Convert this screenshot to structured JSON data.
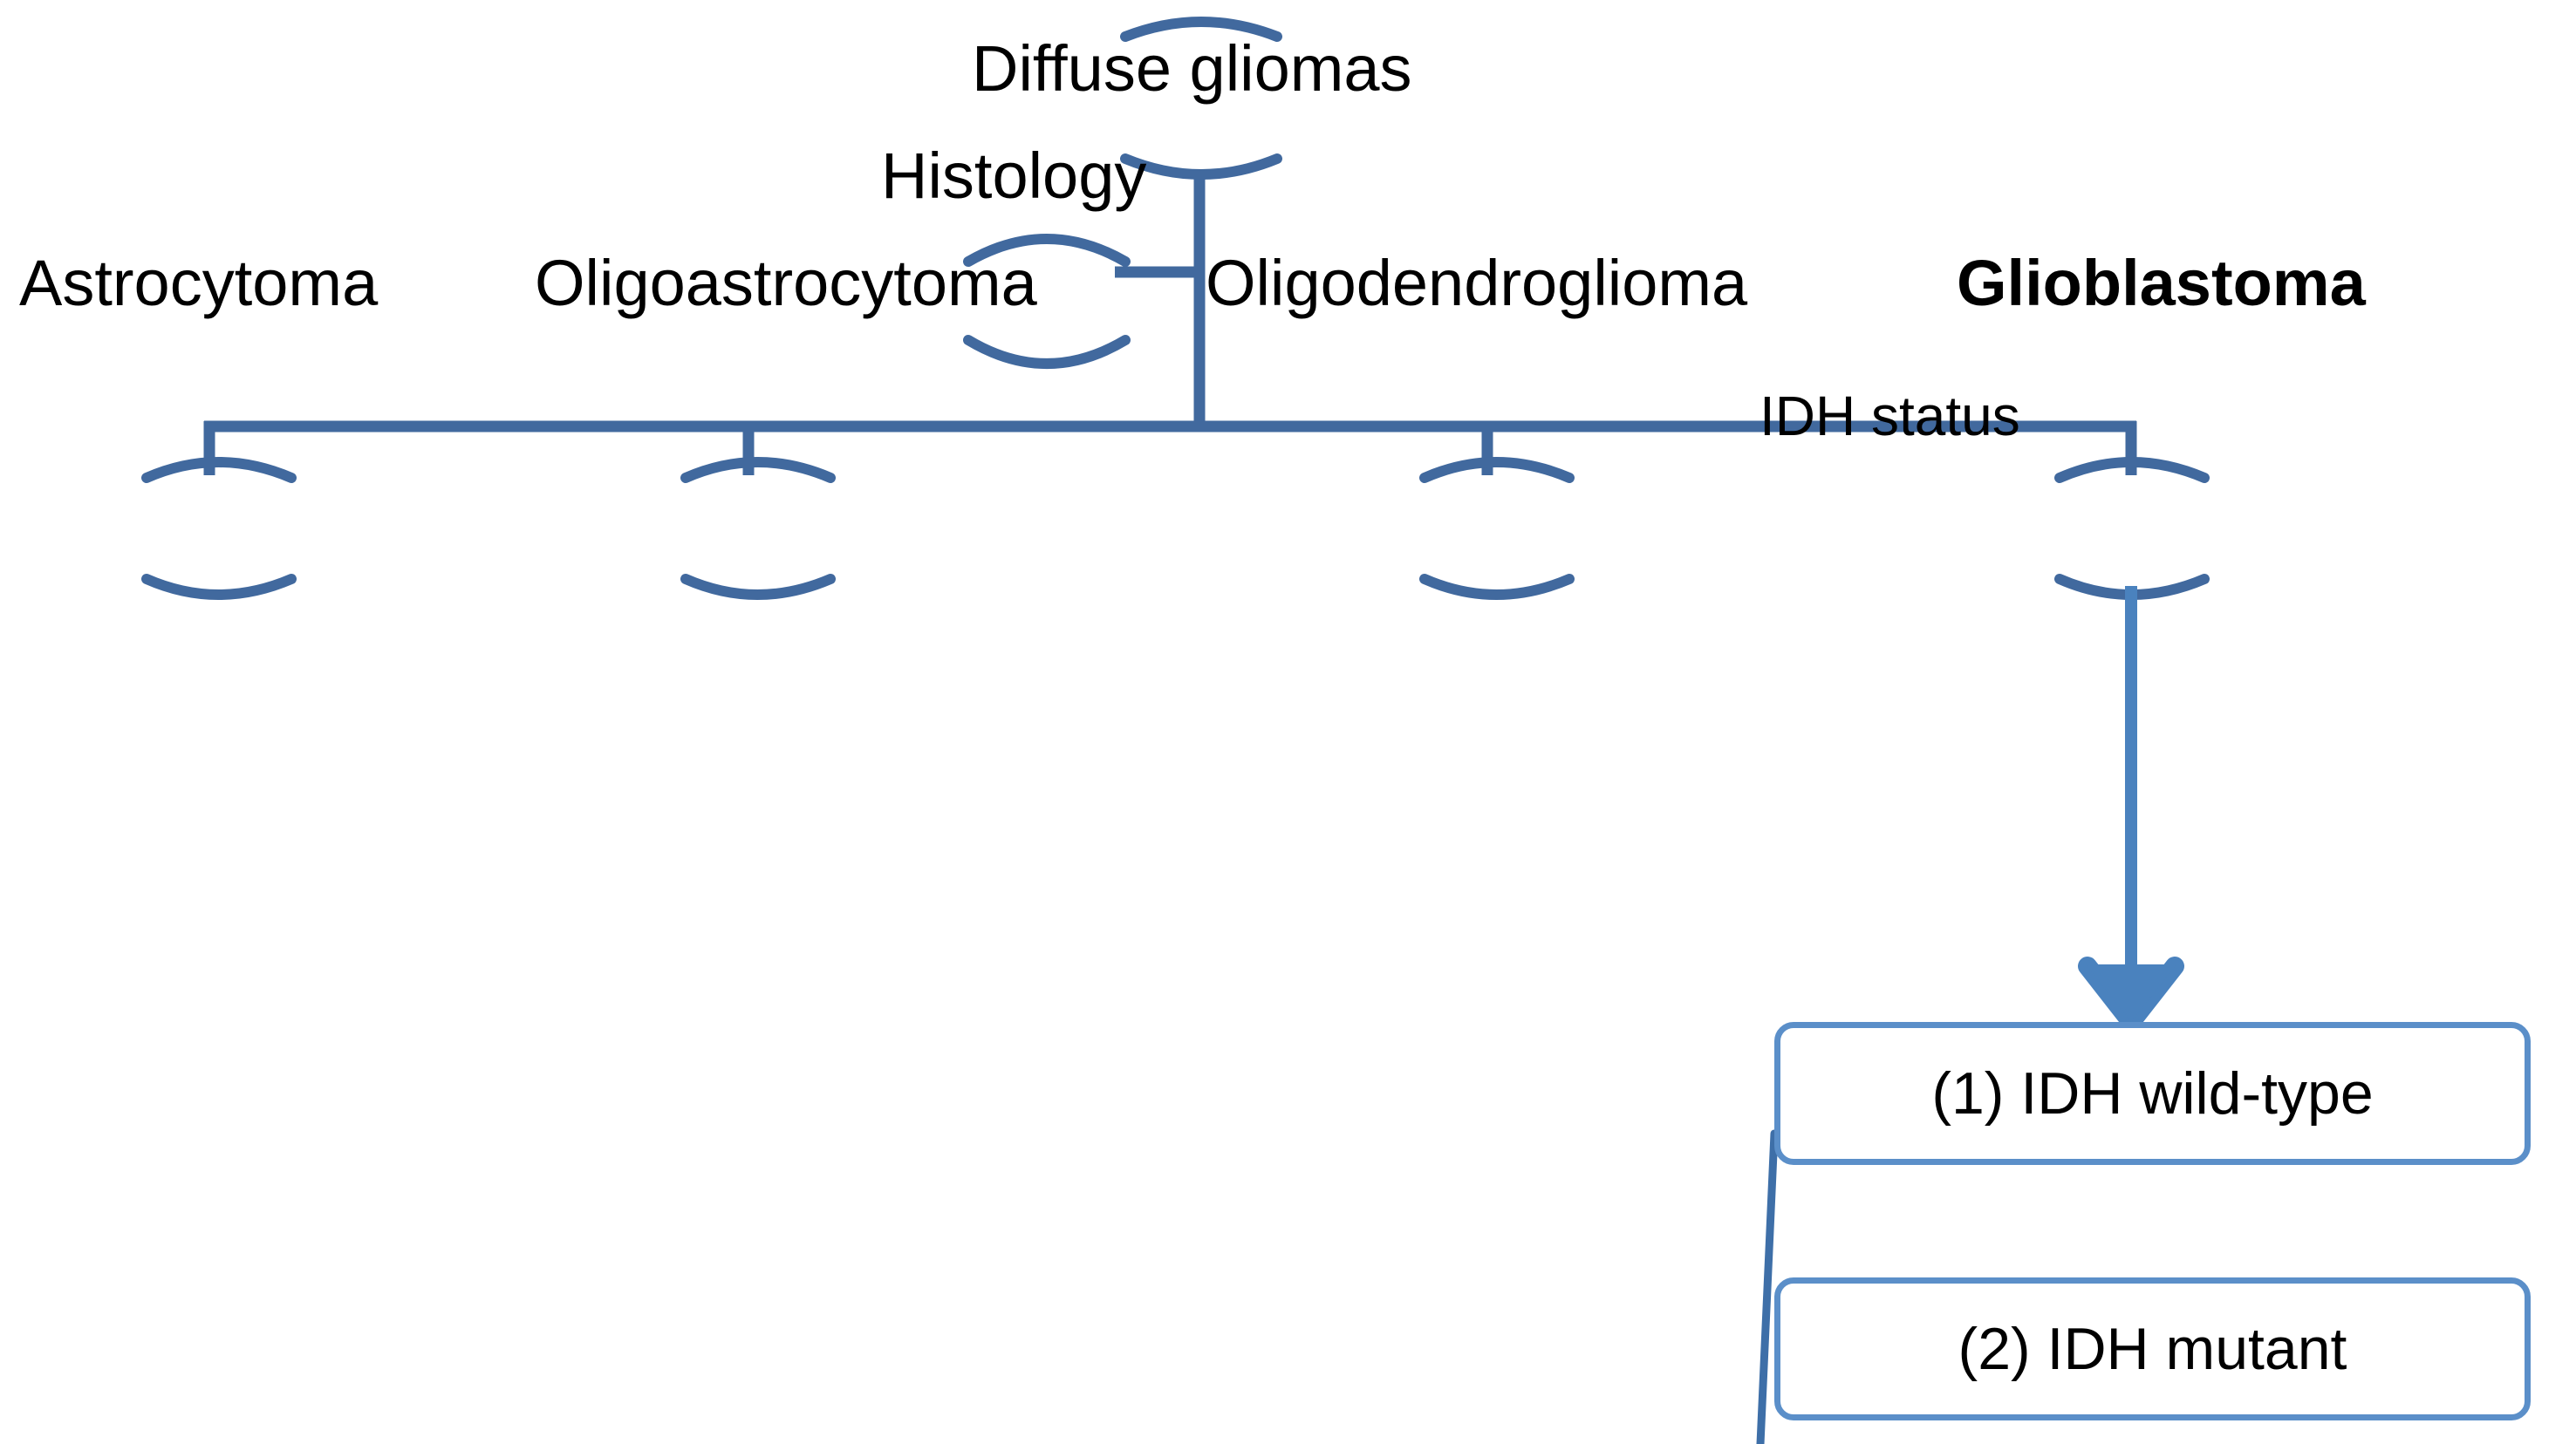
{
  "figure": {
    "type": "classification-tree",
    "title": "Diffuse gliomas classification"
  },
  "root": {
    "label": "Diffuse gliomas"
  },
  "branch_criteria": {
    "histology_label": "Histology",
    "idh_label": "IDH status"
  },
  "histology_children": [
    {
      "label": "Astrocytoma",
      "emphasis": "normal"
    },
    {
      "label": "Oligoastrocytoma",
      "emphasis": "normal"
    },
    {
      "label": "Oligodendroglioma",
      "emphasis": "normal"
    },
    {
      "label": "Glioblastoma",
      "emphasis": "bold"
    }
  ],
  "idh_outcomes": [
    {
      "label": "(1) IDH wild-type"
    },
    {
      "label": "(2) IDH mutant"
    }
  ],
  "colors": {
    "connector_blue": "#41699E",
    "box_border_blue": "#5B8FC9",
    "text_black": "#000000",
    "background": "#FFFFFF"
  }
}
